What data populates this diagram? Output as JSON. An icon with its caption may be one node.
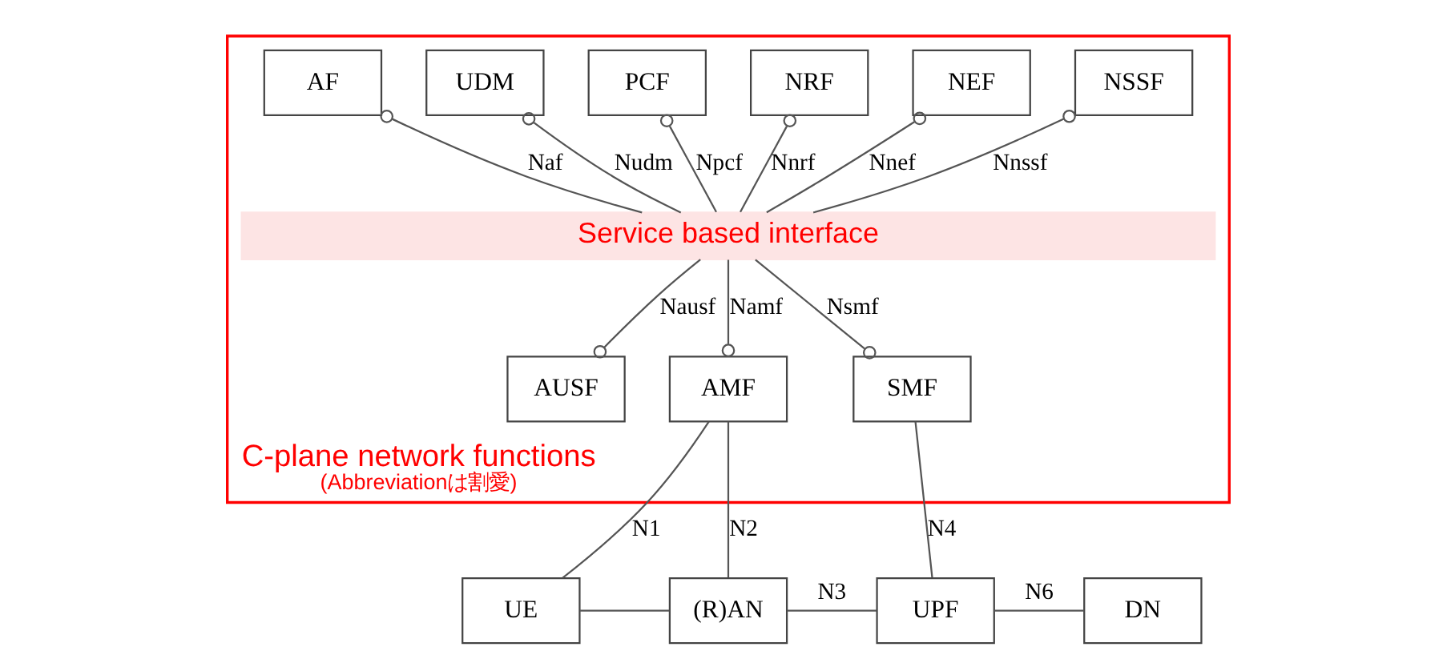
{
  "diagram": {
    "nodes": [
      {
        "text": [
          "C-plane network functions"
        ],
        "beside": [
          "(Abbreviationは割愛)"
        ]
      },
      {
        "text": [
          "Service based interface"
        ],
        "in": 0
      },
      {
        "text": [
          "NSSF"
        ],
        "in": 0
      },
      {
        "text": [
          "NEF"
        ],
        "in": 0
      },
      {
        "text": [
          "NRF"
        ],
        "in": 0
      },
      {
        "text": [
          "PCF"
        ],
        "in": 0
      },
      {
        "text": [
          "UDM"
        ],
        "in": 0
      },
      {
        "text": [
          "AF"
        ],
        "in": 0
      },
      {
        "text": [
          "AUSF"
        ],
        "in": 0
      },
      {
        "text": [
          "AMF"
        ],
        "in": 0
      },
      {
        "text": [
          "SMF"
        ],
        "in": 0
      },
      {
        "text": [
          "UE"
        ]
      },
      {
        "text": [
          "(R)AN"
        ]
      },
      {
        "text": [
          "UPF"
        ]
      },
      {
        "text": [
          "DN"
        ]
      }
    ],
    "edges": [
      {
        "from": 2,
        "to": 1,
        "arrow": "other",
        "label": "Nnssf"
      },
      {
        "from": 3,
        "to": 1,
        "arrow": "other",
        "label": "Nnef"
      },
      {
        "from": 4,
        "to": 1,
        "arrow": "other",
        "label": "Nnrf"
      },
      {
        "from": 5,
        "to": 1,
        "arrow": "other",
        "label": "Npcf"
      },
      {
        "from": 6,
        "to": 1,
        "arrow": "other",
        "label": "Nudm"
      },
      {
        "from": 7,
        "to": 1,
        "arrow": "other",
        "label": "Naf"
      },
      {
        "from": 1,
        "to": 8,
        "arrow": "other",
        "label": "Nausf"
      },
      {
        "from": 1,
        "to": 9,
        "arrow": "other",
        "label": "Namf"
      },
      {
        "from": 1,
        "to": 10,
        "arrow": "other",
        "label": "Nsmf"
      },
      {
        "from": 9,
        "to": 11,
        "arrow": "none",
        "label": "N1"
      },
      {
        "from": 9,
        "to": 12,
        "arrow": "none",
        "label": "N2"
      },
      {
        "from": 11,
        "to": 12,
        "arrow": "none"
      },
      {
        "from": 10,
        "to": 13,
        "arrow": "none",
        "label": "N4"
      },
      {
        "from": 12,
        "to": 13,
        "arrow": "none",
        "label": "N3"
      },
      {
        "from": 13,
        "to": 14,
        "arrow": "none",
        "label": "N6"
      }
    ]
  }
}
